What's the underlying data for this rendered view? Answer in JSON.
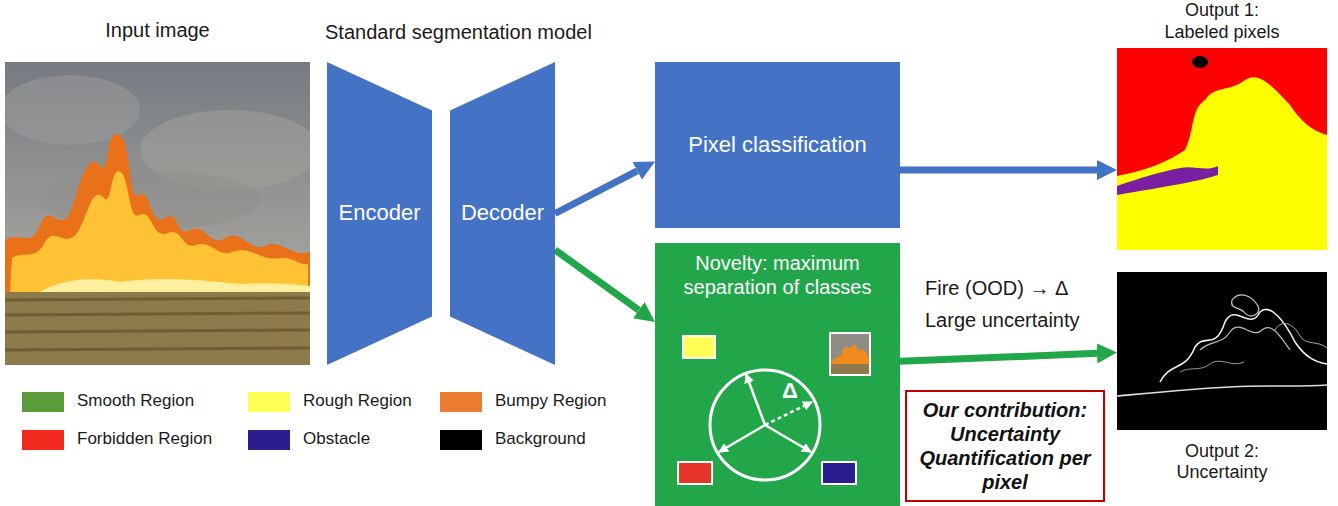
{
  "diagram": {
    "nodes": [
      {
        "text": [
          "Input image"
        ]
      },
      {
        "text": [
          "Encoder"
        ]
      },
      {
        "text": [
          "Decoder"
        ]
      },
      {
        "text": [
          "Pixel classification"
        ]
      },
      {
        "text": [
          "Novelty: maximum separation of classes",
          "Δ"
        ]
      },
      {
        "text": [
          "Our contribution: Uncertainty Quantification per pixel"
        ]
      },
      {
        "text": [
          "Output 1: Labeled pixels"
        ]
      },
      {
        "text": [
          "Output 2: Uncertainty"
        ]
      }
    ],
    "edges": [
      {
        "from": 2,
        "to": 3,
        "arrow": "to"
      },
      {
        "from": 2,
        "to": 4,
        "arrow": "to"
      },
      {
        "from": 3,
        "to": 6,
        "arrow": "to"
      },
      {
        "from": 4,
        "to": 7,
        "arrow": "to"
      }
    ],
    "labels": [
      "Standard segmentation model",
      "Fire (OOD) → Δ",
      "Large uncertainty"
    ],
    "legend": [
      {
        "text": "Smooth Region",
        "color": "#5b9b3a"
      },
      {
        "text": "Rough Region",
        "color": "#ffff55"
      },
      {
        "text": "Bumpy Region",
        "color": "#ed7d31"
      },
      {
        "text": "Forbidden Region",
        "color": "#f0281e"
      },
      {
        "text": "Obstacle",
        "color": "#2b1d8f"
      },
      {
        "text": "Background",
        "color": "#000000"
      }
    ]
  }
}
